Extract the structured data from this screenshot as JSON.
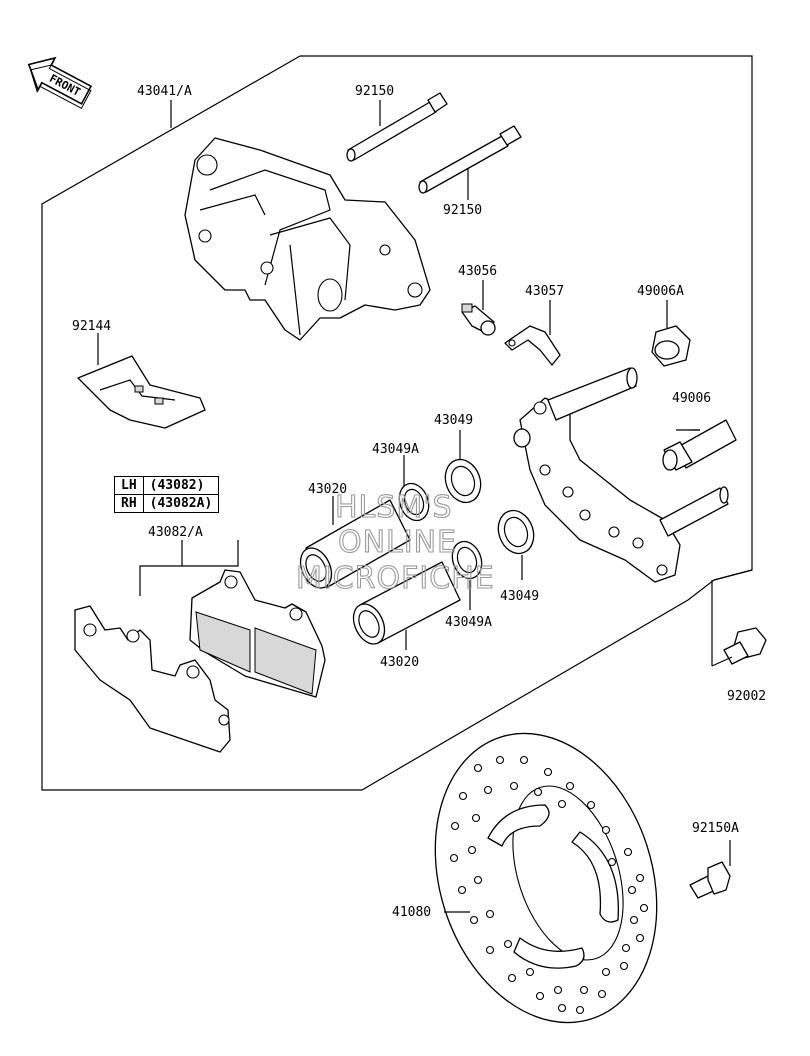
{
  "front_label": "FRONT",
  "parts": {
    "caliper_assy": "43041/A",
    "pin_upper": "92150",
    "pin_lower": "92150",
    "bleeder_valve": "43056",
    "bleeder_cap": "43057",
    "boot": "49006A",
    "pad_spring": "92144",
    "holder_bolt": "49006",
    "seal_upper": "43049",
    "dust_seal_upper": "43049A",
    "piston_upper": "43020",
    "pad_assy": "43082/A",
    "seal_lower": "43049",
    "dust_seal_lower": "43049A",
    "piston_lower": "43020",
    "bolt": "92002",
    "disc_bolt": "92150A",
    "disc": "41080"
  },
  "legend": [
    {
      "side": "LH",
      "part": "(43082)"
    },
    {
      "side": "RH",
      "part": "(43082A)"
    }
  ],
  "watermark": [
    "HLSM'S",
    "ONLINE",
    "MICROFICHE"
  ]
}
